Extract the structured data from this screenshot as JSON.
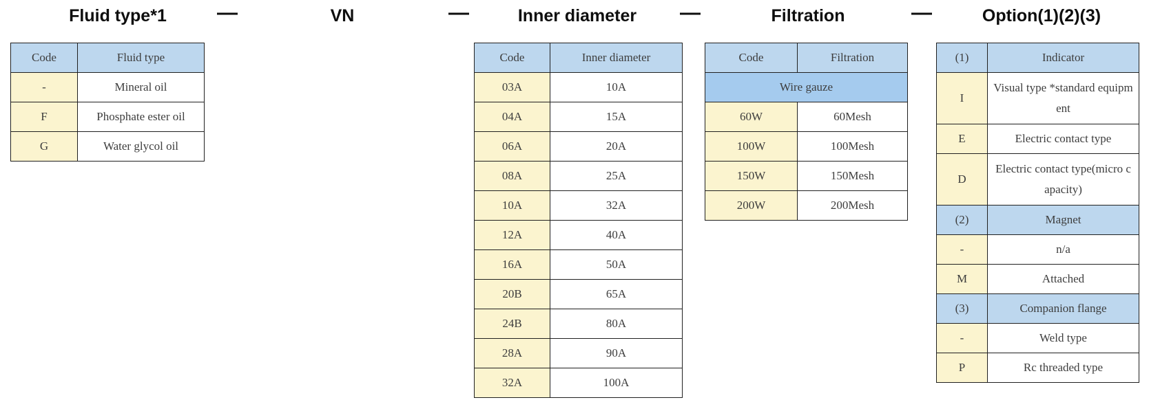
{
  "page": {
    "background": "#ffffff",
    "description": "Model ordering code chart"
  },
  "colors": {
    "header_blue": "#BDD7EE",
    "group_blue": "#A5CBEE",
    "code_yellow": "#FBF4CF",
    "border": "#1f1f1f",
    "body_text": "#3d3d3d",
    "title_text": "#0e0e0e"
  },
  "header": {
    "separator": "—",
    "segments": [
      "Fluid type*1",
      "VN",
      "Inner diameter",
      "Filtration",
      "Option(1)(2)(3)"
    ]
  },
  "tables": [
    {
      "name": "fluid-type",
      "columns": [
        "Code",
        "Fluid type"
      ],
      "rows": [
        {
          "code": "-",
          "value": "Mineral oil"
        },
        {
          "code": "F",
          "value": "Phosphate ester oil"
        },
        {
          "code": "G",
          "value": "Water glycol oil"
        }
      ]
    },
    {
      "name": "inner-diameter",
      "columns": [
        "Code",
        "Inner diameter"
      ],
      "rows": [
        {
          "code": "03A",
          "value": "10A"
        },
        {
          "code": "04A",
          "value": "15A"
        },
        {
          "code": "06A",
          "value": "20A"
        },
        {
          "code": "08A",
          "value": "25A"
        },
        {
          "code": "10A",
          "value": "32A"
        },
        {
          "code": "12A",
          "value": "40A"
        },
        {
          "code": "16A",
          "value": "50A"
        },
        {
          "code": "20B",
          "value": "65A"
        },
        {
          "code": "24B",
          "value": "80A"
        },
        {
          "code": "28A",
          "value": "90A"
        },
        {
          "code": "32A",
          "value": "100A"
        }
      ]
    },
    {
      "name": "filtration",
      "columns": [
        "Code",
        "Filtration"
      ],
      "rows": [
        {
          "type": "group",
          "label": "Wire gauze"
        },
        {
          "code": "60W",
          "value": "60Mesh"
        },
        {
          "code": "100W",
          "value": "100Mesh"
        },
        {
          "code": "150W",
          "value": "150Mesh"
        },
        {
          "code": "200W",
          "value": "200Mesh"
        }
      ]
    },
    {
      "name": "option",
      "columns": [
        "(1)",
        "Indicator"
      ],
      "rows": [
        {
          "code": "I",
          "value": "Visual type *standard equipment",
          "tall": true
        },
        {
          "code": "E",
          "value": "Electric contact type"
        },
        {
          "code": "D",
          "value": "Electric contact type(micro capacity)",
          "tall": true
        },
        {
          "type": "section",
          "code": "(2)",
          "label": "Magnet"
        },
        {
          "code": "-",
          "value": "n/a"
        },
        {
          "code": "M",
          "value": "Attached"
        },
        {
          "type": "section",
          "code": "(3)",
          "label": "Companion flange"
        },
        {
          "code": "-",
          "value": "Weld type"
        },
        {
          "code": "P",
          "value": "Rc threaded type"
        }
      ]
    }
  ]
}
